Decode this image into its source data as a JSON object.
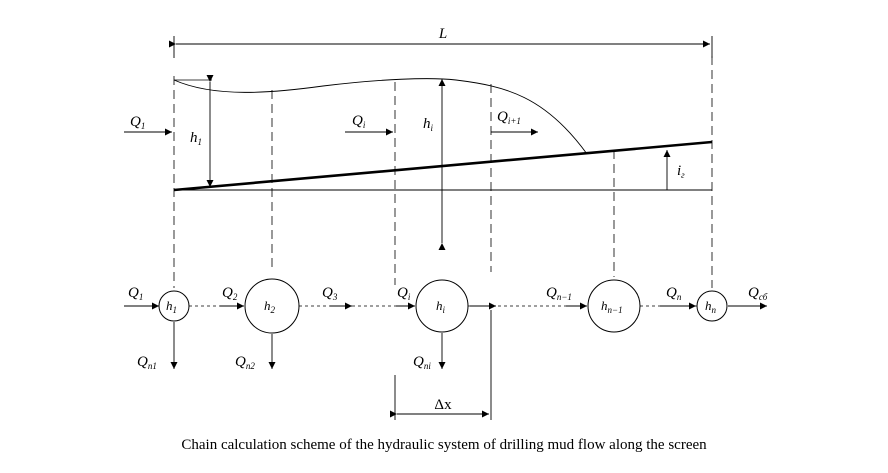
{
  "dimension": {
    "length": "L",
    "delta": "Δx"
  },
  "upper": {
    "q_first": {
      "base": "Q",
      "sub": "1"
    },
    "h_first": {
      "base": "h",
      "sub": "1"
    },
    "q_i": {
      "base": "Q",
      "sub": "i"
    },
    "h_i": {
      "base": "h",
      "sub": "i"
    },
    "q_next": {
      "base": "Q",
      "sub": "i+1"
    },
    "slope": {
      "base": "i",
      "sub": "г"
    }
  },
  "chain": {
    "nodes": [
      {
        "base": "h",
        "sub": "1"
      },
      {
        "base": "h",
        "sub": "2"
      },
      {
        "base": "h",
        "sub": "i"
      },
      {
        "base": "h",
        "sub": "n−1"
      },
      {
        "base": "h",
        "sub": "n"
      }
    ],
    "flows": [
      {
        "base": "Q",
        "sub": "1"
      },
      {
        "base": "Q",
        "sub": "2"
      },
      {
        "base": "Q",
        "sub": "3"
      },
      {
        "base": "Q",
        "sub": "i"
      },
      {
        "base": "Q",
        "sub": "n−1"
      },
      {
        "base": "Q",
        "sub": "n"
      },
      {
        "base": "Q",
        "sub": "сб"
      }
    ],
    "losses": [
      {
        "base": "Q",
        "sub": "п1"
      },
      {
        "base": "Q",
        "sub": "п2"
      },
      {
        "base": "Q",
        "sub": "пi"
      }
    ]
  },
  "caption": "Chain calculation scheme of the hydraulic system of drilling mud flow along the screen"
}
